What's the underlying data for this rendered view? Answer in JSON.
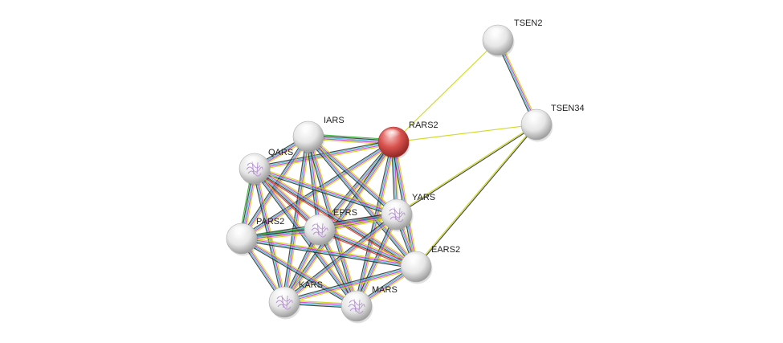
{
  "colors": {
    "query_node": "#d9534f",
    "node": "#e8e8e8",
    "edge_textmining": "#c8d600",
    "edge_coexpression": "#2c2c2c",
    "edge_experiments": "#cc33cc",
    "edge_database": "#33bbcc",
    "edge_fusion": "#ee2222",
    "edge_neighborhood": "#22aa22"
  },
  "nodes": [
    {
      "id": "TSEN2",
      "label": "TSEN2",
      "query": false,
      "structure": false
    },
    {
      "id": "TSEN34",
      "label": "TSEN34",
      "query": false,
      "structure": false
    },
    {
      "id": "RARS2",
      "label": "RARS2",
      "query": true,
      "structure": false
    },
    {
      "id": "IARS",
      "label": "IARS",
      "query": false,
      "structure": false
    },
    {
      "id": "QARS",
      "label": "QARS",
      "query": false,
      "structure": true
    },
    {
      "id": "YARS",
      "label": "YARS",
      "query": false,
      "structure": true
    },
    {
      "id": "EPRS",
      "label": "EPRS",
      "query": false,
      "structure": true
    },
    {
      "id": "PARS2",
      "label": "PARS2",
      "query": false,
      "structure": false
    },
    {
      "id": "EARS2",
      "label": "EARS2",
      "query": false,
      "structure": false
    },
    {
      "id": "KARS",
      "label": "KARS",
      "query": false,
      "structure": true
    },
    {
      "id": "MARS",
      "label": "MARS",
      "query": false,
      "structure": true
    }
  ],
  "edges": [
    {
      "a": "TSEN2",
      "b": "RARS2",
      "kinds": [
        "textmining"
      ]
    },
    {
      "a": "TSEN2",
      "b": "TSEN34",
      "kinds": [
        "textmining",
        "experiments",
        "database",
        "coexpression"
      ]
    },
    {
      "a": "TSEN34",
      "b": "RARS2",
      "kinds": [
        "textmining"
      ]
    },
    {
      "a": "TSEN34",
      "b": "YARS",
      "kinds": [
        "coexpression",
        "textmining"
      ]
    },
    {
      "a": "TSEN34",
      "b": "EARS2",
      "kinds": [
        "coexpression",
        "textmining"
      ]
    },
    {
      "a": "RARS2",
      "b": "IARS",
      "kinds": [
        "textmining",
        "experiments",
        "database",
        "coexpression",
        "neighborhood"
      ]
    },
    {
      "a": "RARS2",
      "b": "QARS",
      "kinds": [
        "textmining",
        "experiments",
        "database",
        "coexpression"
      ]
    },
    {
      "a": "RARS2",
      "b": "YARS",
      "kinds": [
        "textmining",
        "experiments",
        "database",
        "coexpression"
      ]
    },
    {
      "a": "RARS2",
      "b": "EPRS",
      "kinds": [
        "textmining",
        "experiments",
        "database",
        "coexpression"
      ]
    },
    {
      "a": "RARS2",
      "b": "PARS2",
      "kinds": [
        "textmining",
        "experiments",
        "database",
        "coexpression"
      ]
    },
    {
      "a": "RARS2",
      "b": "EARS2",
      "kinds": [
        "textmining",
        "experiments",
        "database",
        "coexpression"
      ]
    },
    {
      "a": "RARS2",
      "b": "KARS",
      "kinds": [
        "textmining",
        "experiments",
        "database",
        "coexpression"
      ]
    },
    {
      "a": "RARS2",
      "b": "MARS",
      "kinds": [
        "textmining",
        "experiments",
        "database",
        "coexpression"
      ]
    },
    {
      "a": "IARS",
      "b": "QARS",
      "kinds": [
        "textmining",
        "experiments",
        "database",
        "coexpression"
      ]
    },
    {
      "a": "IARS",
      "b": "YARS",
      "kinds": [
        "textmining",
        "experiments",
        "database",
        "coexpression"
      ]
    },
    {
      "a": "IARS",
      "b": "EPRS",
      "kinds": [
        "textmining",
        "experiments",
        "database",
        "coexpression"
      ]
    },
    {
      "a": "IARS",
      "b": "PARS2",
      "kinds": [
        "textmining",
        "experiments",
        "database",
        "coexpression"
      ]
    },
    {
      "a": "IARS",
      "b": "EARS2",
      "kinds": [
        "textmining",
        "experiments",
        "database",
        "coexpression"
      ]
    },
    {
      "a": "IARS",
      "b": "KARS",
      "kinds": [
        "textmining",
        "experiments",
        "database",
        "coexpression"
      ]
    },
    {
      "a": "IARS",
      "b": "MARS",
      "kinds": [
        "textmining",
        "experiments",
        "database",
        "coexpression"
      ]
    },
    {
      "a": "QARS",
      "b": "YARS",
      "kinds": [
        "textmining",
        "experiments",
        "database",
        "coexpression"
      ]
    },
    {
      "a": "QARS",
      "b": "EPRS",
      "kinds": [
        "textmining",
        "experiments",
        "database",
        "coexpression",
        "fusion"
      ]
    },
    {
      "a": "QARS",
      "b": "PARS2",
      "kinds": [
        "textmining",
        "experiments",
        "database",
        "coexpression",
        "neighborhood"
      ]
    },
    {
      "a": "QARS",
      "b": "EARS2",
      "kinds": [
        "textmining",
        "experiments",
        "database",
        "coexpression",
        "fusion"
      ]
    },
    {
      "a": "QARS",
      "b": "KARS",
      "kinds": [
        "textmining",
        "experiments",
        "database",
        "coexpression"
      ]
    },
    {
      "a": "QARS",
      "b": "MARS",
      "kinds": [
        "textmining",
        "experiments",
        "database",
        "coexpression"
      ]
    },
    {
      "a": "YARS",
      "b": "EPRS",
      "kinds": [
        "textmining",
        "experiments",
        "database",
        "coexpression",
        "fusion"
      ]
    },
    {
      "a": "YARS",
      "b": "PARS2",
      "kinds": [
        "textmining",
        "experiments",
        "database",
        "coexpression"
      ]
    },
    {
      "a": "YARS",
      "b": "EARS2",
      "kinds": [
        "textmining",
        "experiments",
        "database",
        "coexpression"
      ]
    },
    {
      "a": "YARS",
      "b": "KARS",
      "kinds": [
        "textmining",
        "experiments",
        "database",
        "coexpression"
      ]
    },
    {
      "a": "YARS",
      "b": "MARS",
      "kinds": [
        "textmining",
        "experiments",
        "database",
        "coexpression"
      ]
    },
    {
      "a": "EPRS",
      "b": "PARS2",
      "kinds": [
        "textmining",
        "experiments",
        "database",
        "coexpression",
        "neighborhood"
      ]
    },
    {
      "a": "EPRS",
      "b": "EARS2",
      "kinds": [
        "textmining",
        "experiments",
        "database",
        "coexpression",
        "fusion"
      ]
    },
    {
      "a": "EPRS",
      "b": "KARS",
      "kinds": [
        "textmining",
        "experiments",
        "database",
        "coexpression"
      ]
    },
    {
      "a": "EPRS",
      "b": "MARS",
      "kinds": [
        "textmining",
        "experiments",
        "database",
        "coexpression"
      ]
    },
    {
      "a": "PARS2",
      "b": "EARS2",
      "kinds": [
        "textmining",
        "experiments",
        "database",
        "coexpression"
      ]
    },
    {
      "a": "PARS2",
      "b": "KARS",
      "kinds": [
        "textmining",
        "experiments",
        "database",
        "coexpression"
      ]
    },
    {
      "a": "PARS2",
      "b": "MARS",
      "kinds": [
        "textmining",
        "experiments",
        "database",
        "coexpression"
      ]
    },
    {
      "a": "EARS2",
      "b": "KARS",
      "kinds": [
        "textmining",
        "experiments",
        "database",
        "coexpression"
      ]
    },
    {
      "a": "EARS2",
      "b": "MARS",
      "kinds": [
        "textmining",
        "experiments",
        "database",
        "coexpression"
      ]
    },
    {
      "a": "KARS",
      "b": "MARS",
      "kinds": [
        "textmining",
        "experiments",
        "database",
        "coexpression"
      ]
    }
  ]
}
